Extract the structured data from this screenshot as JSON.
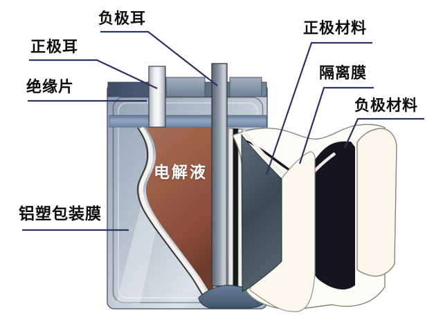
{
  "diagram": {
    "subject": "pouch-lithium-battery-structure",
    "labels": {
      "negative_tab": "负极耳",
      "positive_tab": "正极耳",
      "insulation_sheet": "绝缘片",
      "aluminum_plastic_film": "铝塑包装膜",
      "electrolyte": "电解液",
      "positive_material": "正极材料",
      "separator": "隔离膜",
      "negative_material": "负极材料"
    },
    "colors": {
      "background": "#ffffff",
      "label_text": "#0d0d0d",
      "electrolyte_text": "#ffffff",
      "leader_line": "#2b3260",
      "pouch_silver": "#c2cbd4",
      "pouch_top_band": "#45526a",
      "fold_band": "#7e95ae",
      "electrolyte_brown": "#96573f",
      "positive_material_slate": "#3c4a55",
      "negative_material_black": "#16141d",
      "separator_white": "#fcf9f0",
      "outer_separator_cream": "#faf6eb"
    }
  }
}
